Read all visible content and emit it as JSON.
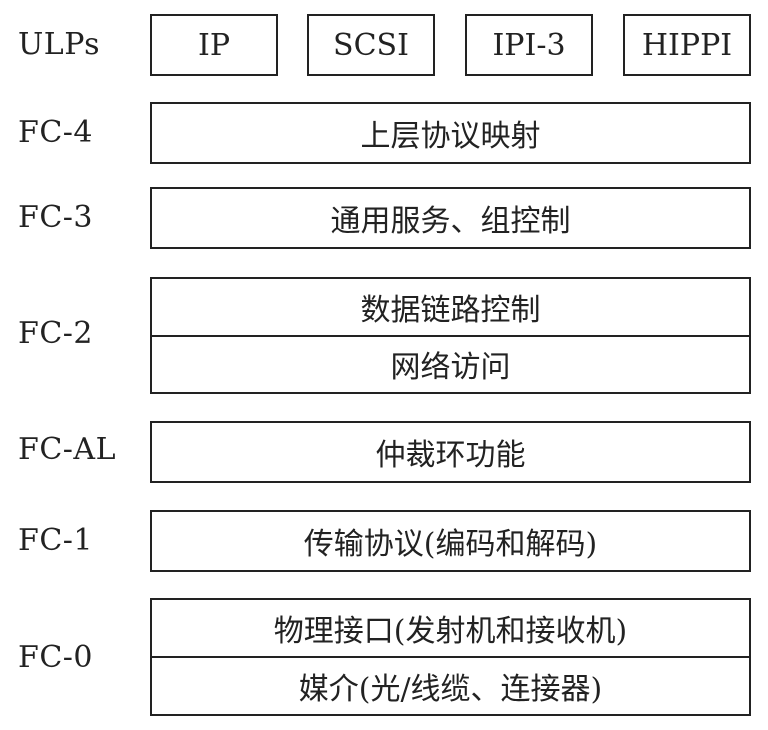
{
  "ulps": {
    "label": "ULPs",
    "protocols": [
      "IP",
      "SCSI",
      "IPI-3",
      "HIPPI"
    ]
  },
  "layers": {
    "fc4": {
      "label": "FC-4",
      "text": "上层协议映射"
    },
    "fc3": {
      "label": "FC-3",
      "text": "通用服务、组控制"
    },
    "fc2": {
      "label": "FC-2",
      "rows": [
        "数据链路控制",
        "网络访问"
      ]
    },
    "fcal": {
      "label": "FC-AL",
      "text": "仲裁环功能"
    },
    "fc1": {
      "label": "FC-1",
      "text": "传输协议(编码和解码)"
    },
    "fc0": {
      "label": "FC-0",
      "rows": [
        "物理接口(发射机和接收机)",
        "媒介(光/线缆、连接器)"
      ]
    }
  }
}
